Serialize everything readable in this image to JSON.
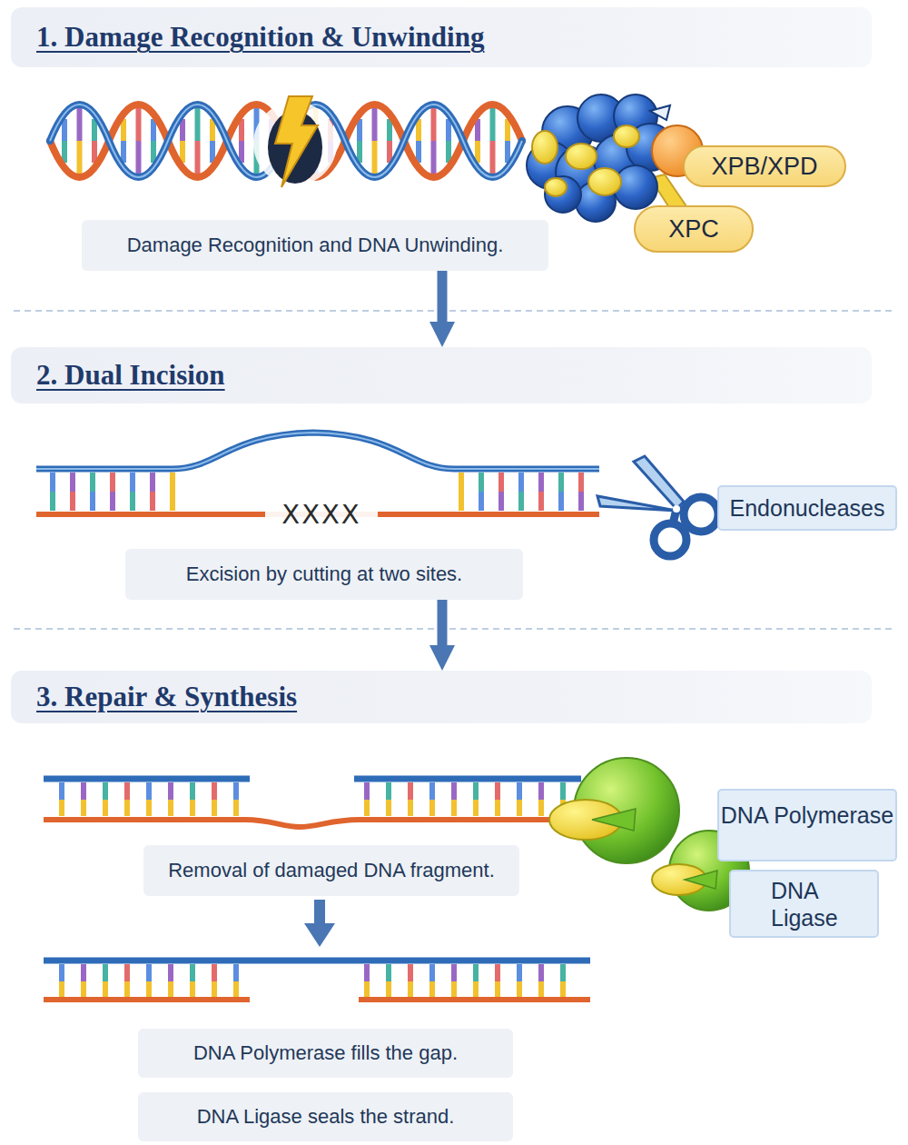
{
  "diagram": {
    "nodes": [
      {
        "text": [
          "1. Damage Recognition & Unwinding"
        ]
      },
      {
        "text": [
          "XPB/XPD"
        ]
      },
      {
        "text": [
          "XPC"
        ]
      },
      {
        "text": [
          "Damage Recognition and DNA Unwinding."
        ]
      },
      {
        "text": [
          "2. Dual Incision"
        ]
      },
      {
        "text": [
          "Endonucleases"
        ]
      },
      {
        "text": [
          "Excision by cutting at two sites."
        ]
      },
      {
        "text": [
          "3. Repair & Synthesis"
        ]
      },
      {
        "text": [
          "DNA Polymerase"
        ]
      },
      {
        "text": [
          "Removal of damaged DNA fragment."
        ]
      },
      {
        "text": [
          "DNA Ligase"
        ]
      },
      {
        "text": [
          "DNA Polymerase fills the gap."
        ]
      },
      {
        "text": [
          "DNA Ligase seals the strand."
        ]
      }
    ],
    "edges": [
      {
        "from": 3,
        "to": 4,
        "arrow": "to"
      },
      {
        "from": 6,
        "to": 7,
        "arrow": "to"
      }
    ],
    "labels": [
      "XXXX"
    ]
  }
}
